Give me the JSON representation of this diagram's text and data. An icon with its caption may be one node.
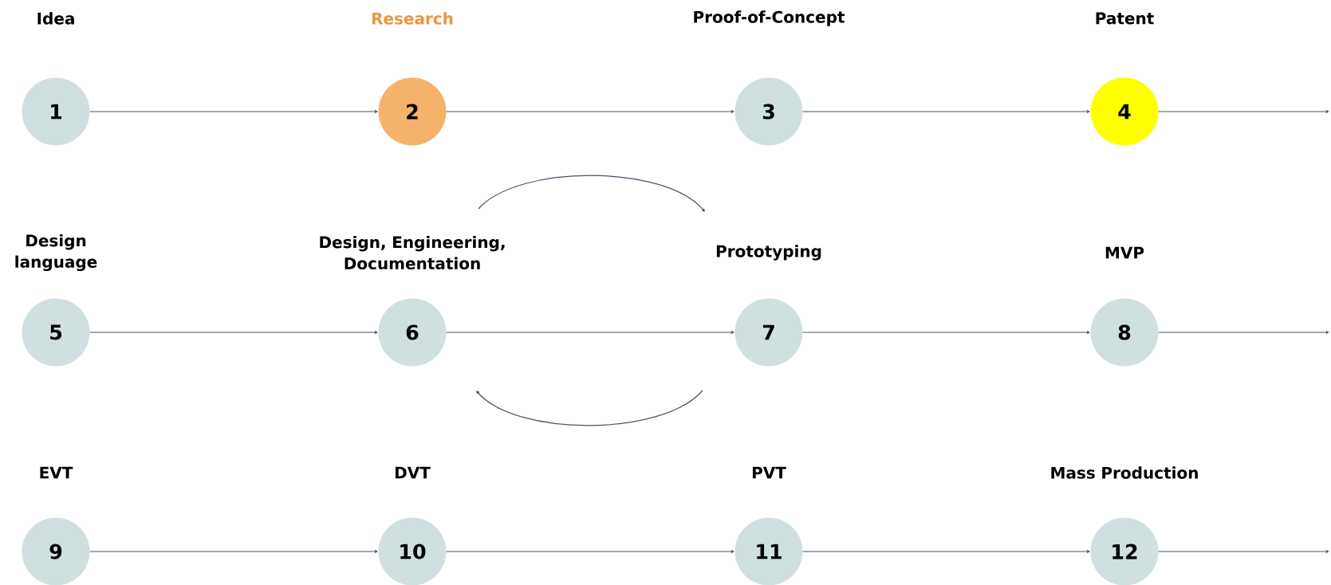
{
  "diagram": {
    "nodes": [
      {
        "text": [
          "Idea",
          "1"
        ]
      },
      {
        "text": [
          "Research",
          "2"
        ]
      },
      {
        "text": [
          "Proof-of-Concept",
          "3"
        ]
      },
      {
        "text": [
          "Patent",
          "4"
        ]
      },
      {
        "text": [
          "Design language",
          "5"
        ]
      },
      {
        "text": [
          "Design, Engineering, Documentation",
          "6"
        ]
      },
      {
        "text": [
          "Prototyping",
          "7"
        ]
      },
      {
        "text": [
          "MVP",
          "8"
        ]
      },
      {
        "text": [
          "EVT",
          "9"
        ]
      },
      {
        "text": [
          "DVT",
          "10"
        ]
      },
      {
        "text": [
          "PVT",
          "11"
        ]
      },
      {
        "text": [
          "Mass Production",
          "12"
        ]
      }
    ],
    "edges": [
      {
        "from": 0,
        "to": 1,
        "arrow": "to"
      },
      {
        "from": 1,
        "to": 2,
        "arrow": "to"
      },
      {
        "from": 2,
        "to": 3,
        "arrow": "to"
      },
      {
        "from": 3,
        "to": null,
        "arrow": "to"
      },
      {
        "from": 4,
        "to": 5,
        "arrow": "to"
      },
      {
        "from": 5,
        "to": 6,
        "arrow": "to"
      },
      {
        "from": 6,
        "to": 7,
        "arrow": "to"
      },
      {
        "from": 7,
        "to": null,
        "arrow": "to"
      },
      {
        "from": 8,
        "to": 9,
        "arrow": "to"
      },
      {
        "from": 9,
        "to": 10,
        "arrow": "to"
      },
      {
        "from": 10,
        "to": 11,
        "arrow": "to"
      },
      {
        "from": 11,
        "to": null,
        "arrow": "to"
      },
      {
        "from": 5,
        "to": 6,
        "arrow": "to"
      },
      {
        "from": 6,
        "to": 5,
        "arrow": "to"
      }
    ]
  }
}
